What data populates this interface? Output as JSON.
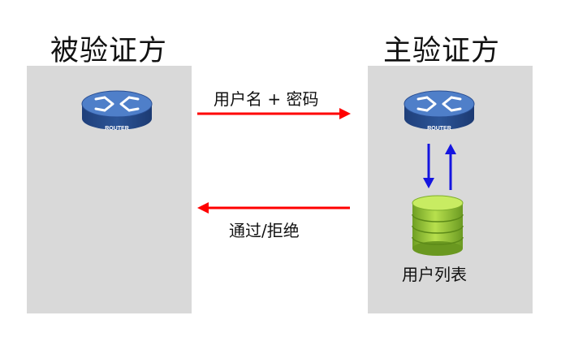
{
  "parties": {
    "authenticatee": "被验证方",
    "authenticator": "主验证方"
  },
  "messages": {
    "request": "用户名 + 密码",
    "reply": "通过/拒绝"
  },
  "devices": {
    "router_label": "ROUTER",
    "database_label": "用户列表"
  },
  "colors": {
    "request_arrow": "#ff0000",
    "reply_arrow": "#ff0000",
    "db_arrows": "#1515e0",
    "router_body": "#2f5aa8",
    "database": "#8cc23a",
    "panel": "#d9d9d9"
  }
}
